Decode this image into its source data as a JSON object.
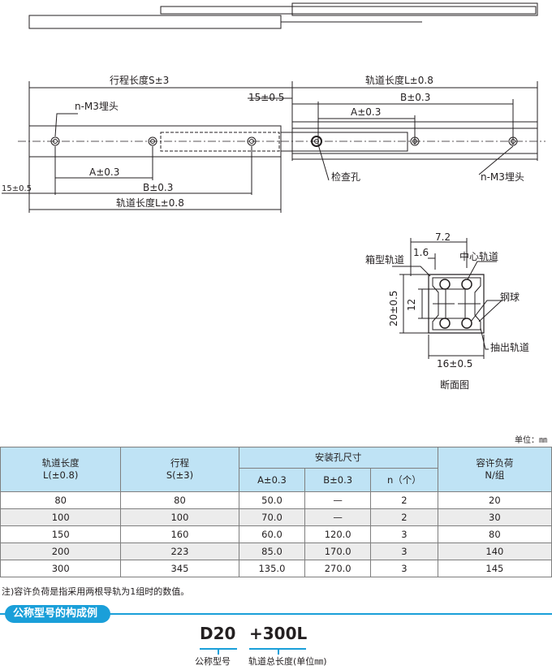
{
  "drawing": {
    "stroke_label": "行程长度S±3",
    "rail_length_label": "轨道长度L±0.8",
    "offset_label": "15±0.5",
    "offset_label_left": "15±0.5",
    "dim_a": "A±0.3",
    "dim_b": "B±0.3",
    "hole_label_left": "n-M3埋头",
    "hole_label_right": "n-M3埋头",
    "inspection_hole": "检查孔",
    "bottom_rail_length": "轨道长度L±0.8"
  },
  "section_view": {
    "dim_top": "7.2",
    "dim_small": "1.6",
    "box_rail": "箱型轨道",
    "center_rail": "中心轨道",
    "steel_ball": "钢球",
    "height": "20±0.5",
    "inner_height": "12",
    "width": "16±0.5",
    "pull_rail": "抽出轨道",
    "caption": "断面图"
  },
  "unit_label": "单位：㎜",
  "table": {
    "headers": {
      "rail_length": "轨道长度",
      "rail_length_tol": "L(±0.8)",
      "stroke": "行程",
      "stroke_tol": "S(±3)",
      "mount_holes": "安装孔尺寸",
      "a": "A±0.3",
      "b": "B±0.3",
      "n": "n（个）",
      "load": "容许负荷",
      "load_unit": "N/组"
    },
    "rows": [
      {
        "l": "80",
        "s": "80",
        "a": "50.0",
        "b": "—",
        "n": "2",
        "load": "20"
      },
      {
        "l": "100",
        "s": "100",
        "a": "70.0",
        "b": "—",
        "n": "2",
        "load": "30"
      },
      {
        "l": "150",
        "s": "160",
        "a": "60.0",
        "b": "120.0",
        "n": "3",
        "load": "80"
      },
      {
        "l": "200",
        "s": "223",
        "a": "85.0",
        "b": "170.0",
        "n": "3",
        "load": "140"
      },
      {
        "l": "300",
        "s": "345",
        "a": "135.0",
        "b": "270.0",
        "n": "3",
        "load": "145"
      }
    ]
  },
  "note": "注)容许负荷是指采用两根导轨为1组时的数值。",
  "section_title": "公称型号的构成例",
  "example": {
    "model": "D20",
    "length": "+300L",
    "model_label": "公称型号",
    "length_label": "轨道总长度(单位㎜)"
  },
  "colors": {
    "accent": "#1a9fd9",
    "header_bg": "#bfe3f5",
    "alt_row": "#ececec"
  }
}
